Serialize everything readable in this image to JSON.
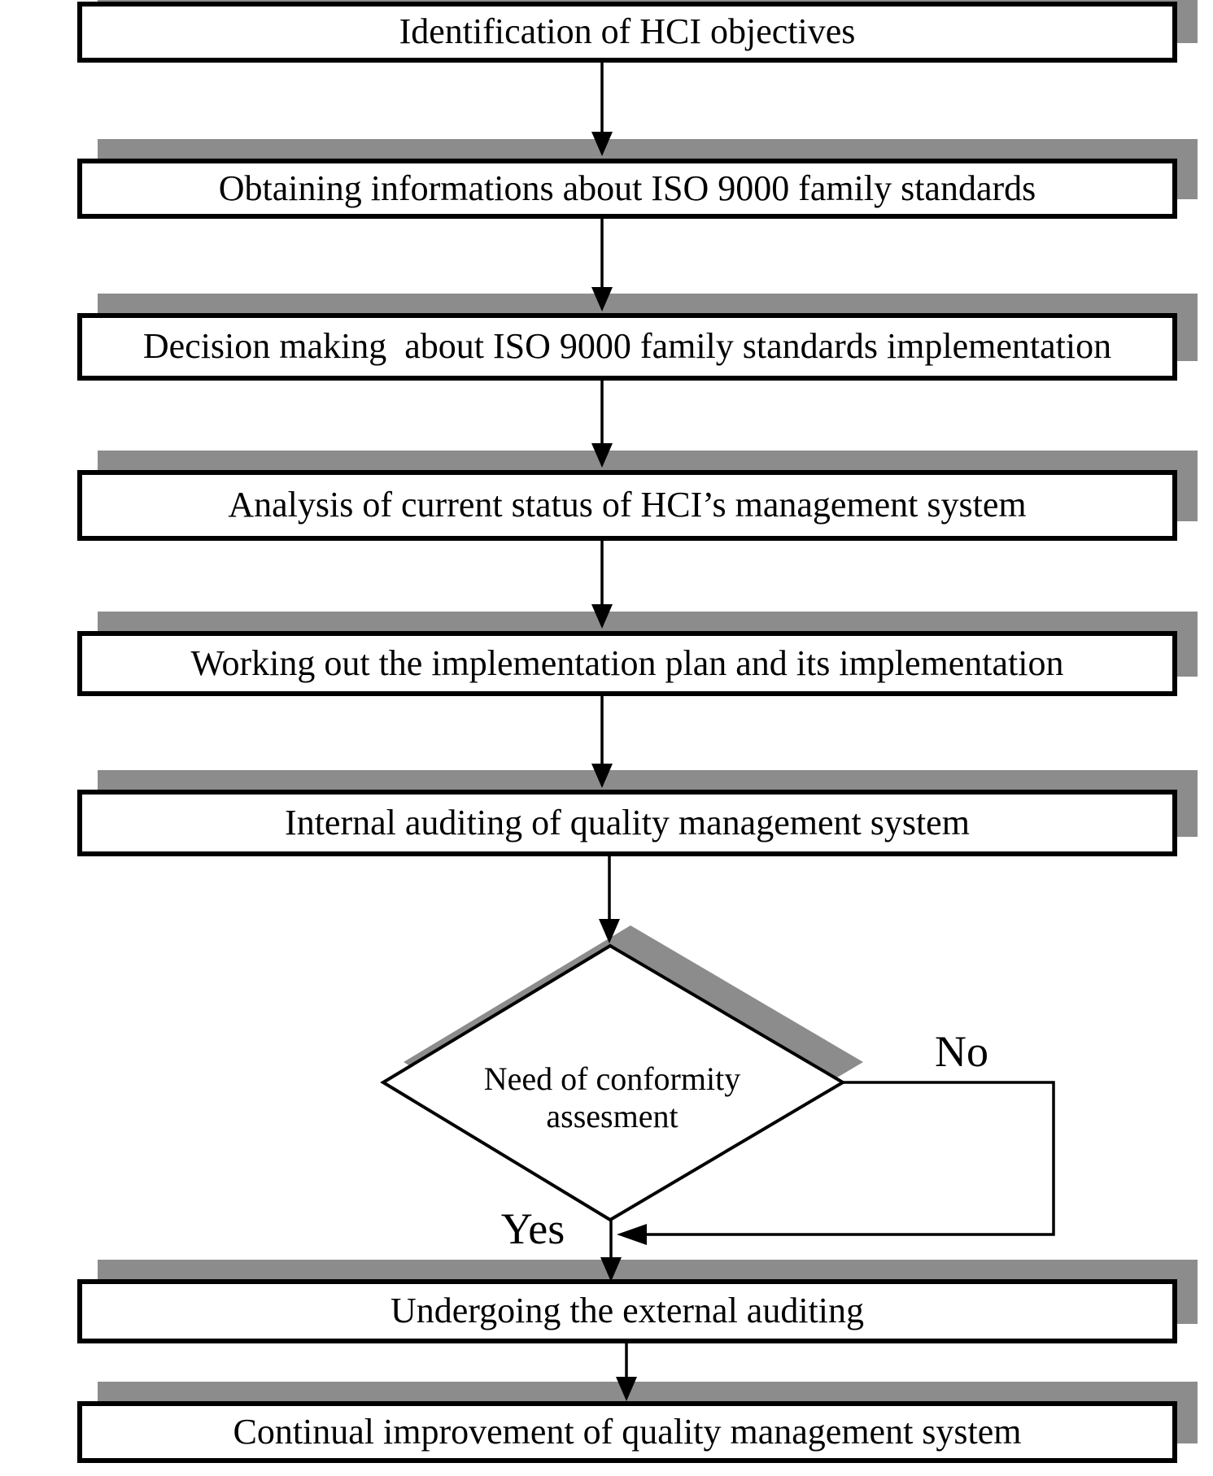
{
  "flowchart": {
    "steps": [
      "Identification of HCI objectives",
      "Obtaining informations about ISO 9000 family standards",
      "Decision making  about ISO 9000 family standards implementation",
      "Analysis of current status of HCI’s management system",
      "Working out the implementation plan and its implementation",
      "Internal auditing of quality management system",
      "Undergoing the external auditing",
      "Continual improvement of quality management system"
    ],
    "decision": {
      "line1": "Need of conformity",
      "line2": "assesment"
    },
    "labels": {
      "yes": "Yes",
      "no": "No"
    },
    "colors": {
      "shadow": "#8c8c8c",
      "line": "#000000",
      "border": "#000000",
      "background": "#ffffff"
    }
  }
}
